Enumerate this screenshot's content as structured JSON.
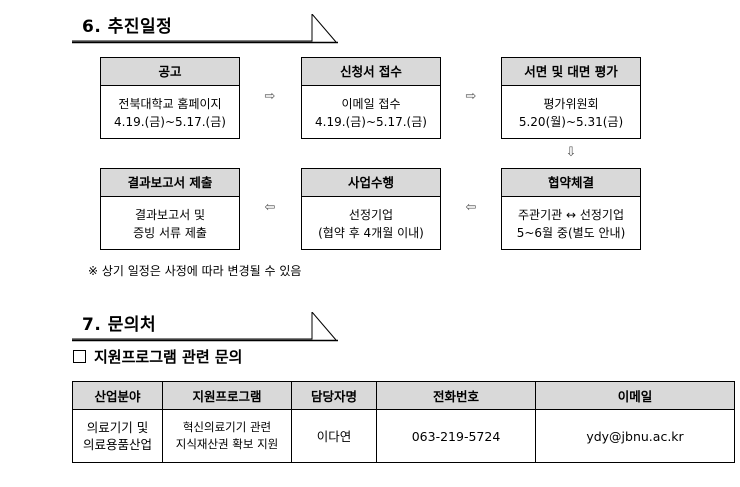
{
  "schedule_section": {
    "title": "6. 추진일정"
  },
  "flow": {
    "announce": {
      "header": "공고",
      "line1": "전북대학교 홈페이지",
      "line2": "4.19.(금)~5.17.(금)"
    },
    "apply": {
      "header": "신청서 접수",
      "line1": "이메일 접수",
      "line2": "4.19.(금)~5.17.(금)"
    },
    "evaluate": {
      "header": "서면 및 대면 평가",
      "line1": "평가위원회",
      "line2": "5.20(월)~5.31(금)"
    },
    "agreement": {
      "header": "협약체결",
      "line1": "주관기관 ↔ 선정기업",
      "line2": "5~6월 중(별도 안내)"
    },
    "execution": {
      "header": "사업수행",
      "line1": "선정기업",
      "line2": "(협약 후 4개월 이내)"
    },
    "report": {
      "header": "결과보고서 제출",
      "line1": "결과보고서 및",
      "line2": "증빙 서류 제출"
    },
    "arrows": {
      "right": "⇨",
      "left": "⇦",
      "down": "⇩"
    }
  },
  "note": "※ 상기 일정은 사정에 따라 변경될 수 있음",
  "contact_section": {
    "title": "7. 문의처"
  },
  "contact_sub": "지원프로그램 관련 문의",
  "contact_table": {
    "headers": [
      "산업분야",
      "지원프로그램",
      "담당자명",
      "전화번호",
      "이메일"
    ],
    "row": {
      "industry_line1": "의료기기 및",
      "industry_line2": "의료용품산업",
      "program_line1": "혁신의료기기 관련",
      "program_line2": "지식재산권 확보 지원",
      "manager": "이다연",
      "phone": "063-219-5724",
      "email": "ydy@jbnu.ac.kr"
    }
  },
  "colors": {
    "header_fill": "#d9d9d9",
    "border": "#000000"
  }
}
